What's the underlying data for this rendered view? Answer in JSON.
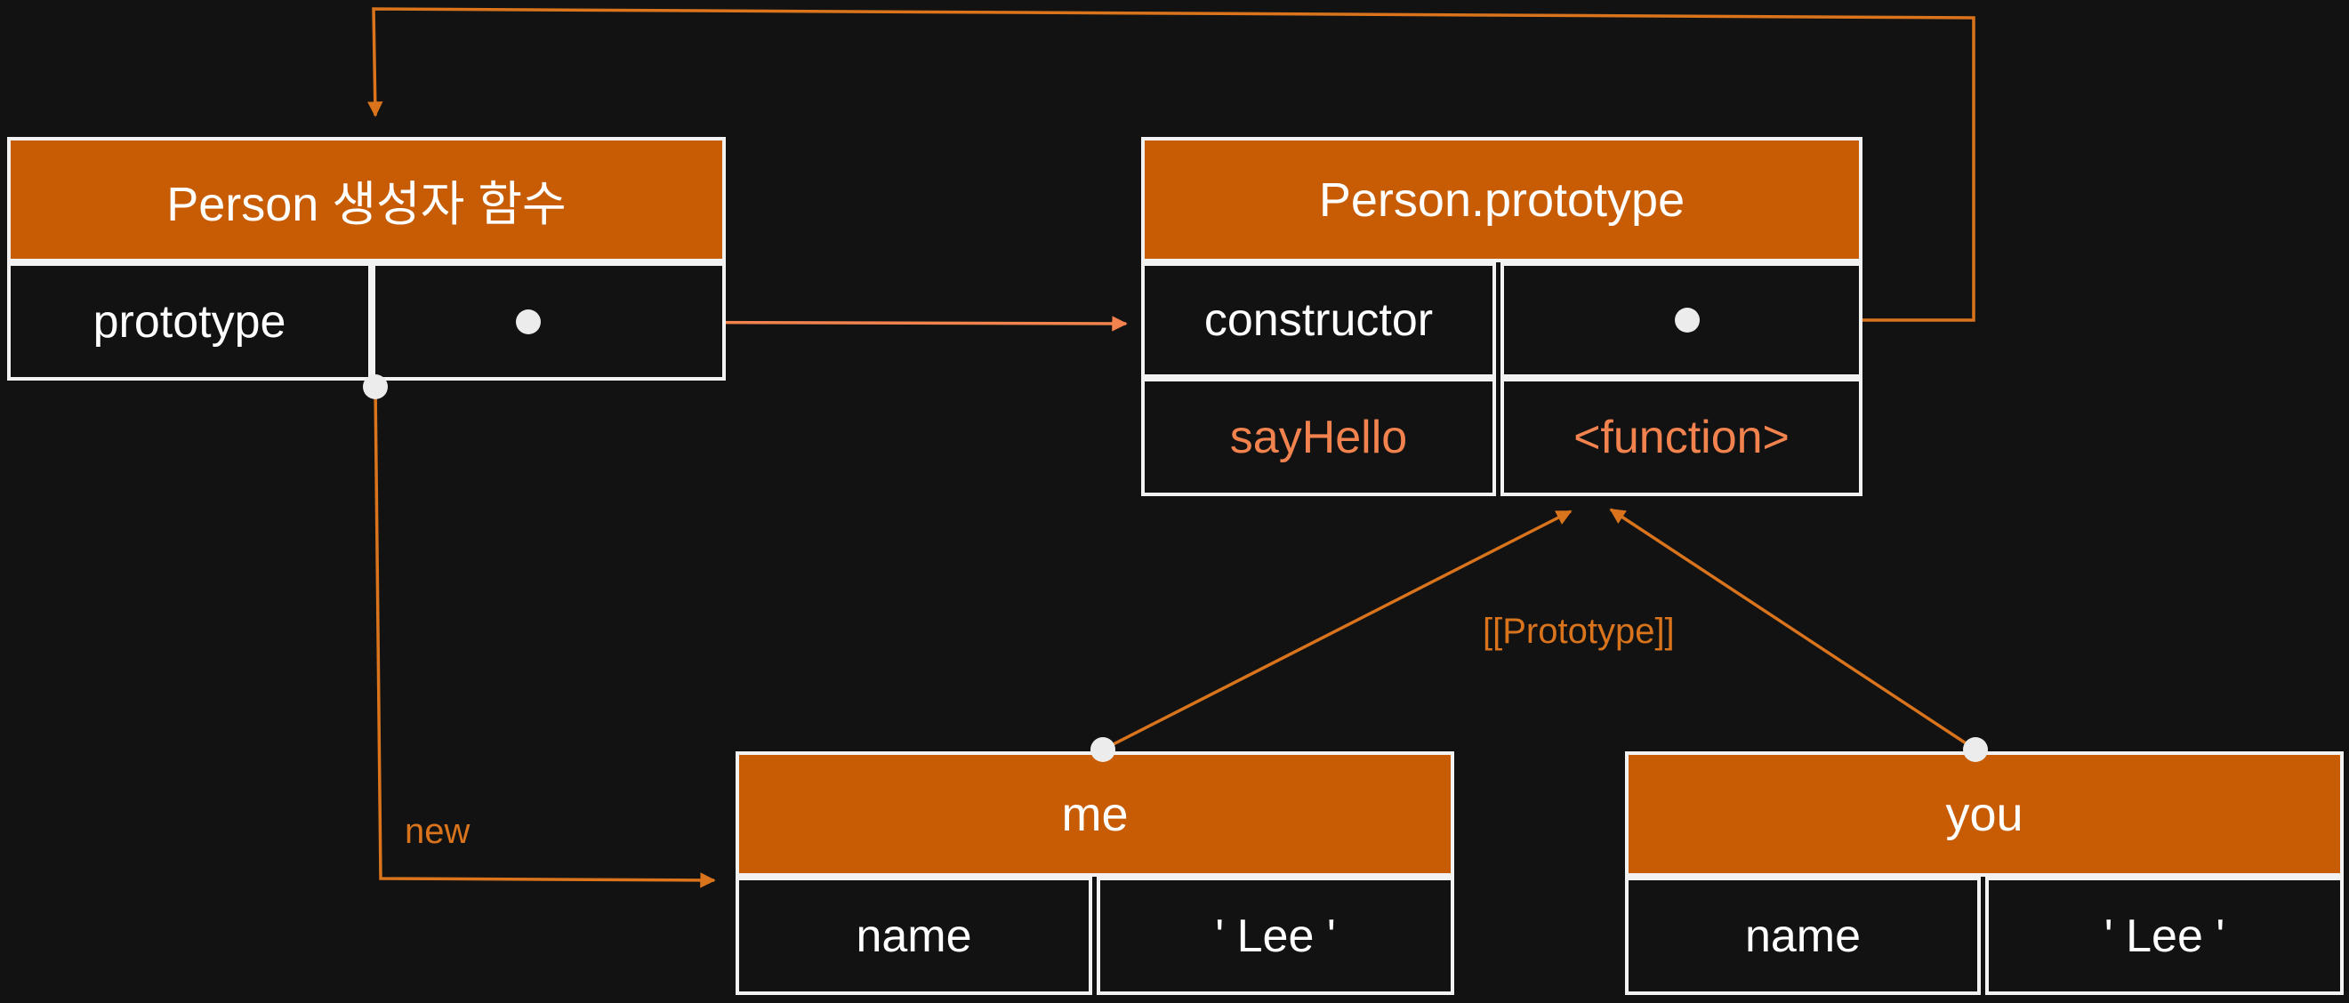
{
  "colors": {
    "background": "#121212",
    "header_fill": "#c85c04",
    "border": "#f2f2f2",
    "arrow": "#d9741d",
    "arrow_light": "#f2824e",
    "accent_text": "#f2824e",
    "dot": "#ececec"
  },
  "person_constructor": {
    "title": "Person 생성자 함수",
    "key": "prototype"
  },
  "person_prototype": {
    "title": "Person.prototype",
    "rows": [
      {
        "key": "constructor",
        "value": ""
      },
      {
        "key": "sayHello",
        "value": "<function>"
      }
    ]
  },
  "me": {
    "title": "me",
    "key": "name",
    "value": "' Lee '"
  },
  "you": {
    "title": "you",
    "key": "name",
    "value": "' Lee '"
  },
  "labels": {
    "new": "new",
    "prototype_link": "[[Prototype]]"
  }
}
